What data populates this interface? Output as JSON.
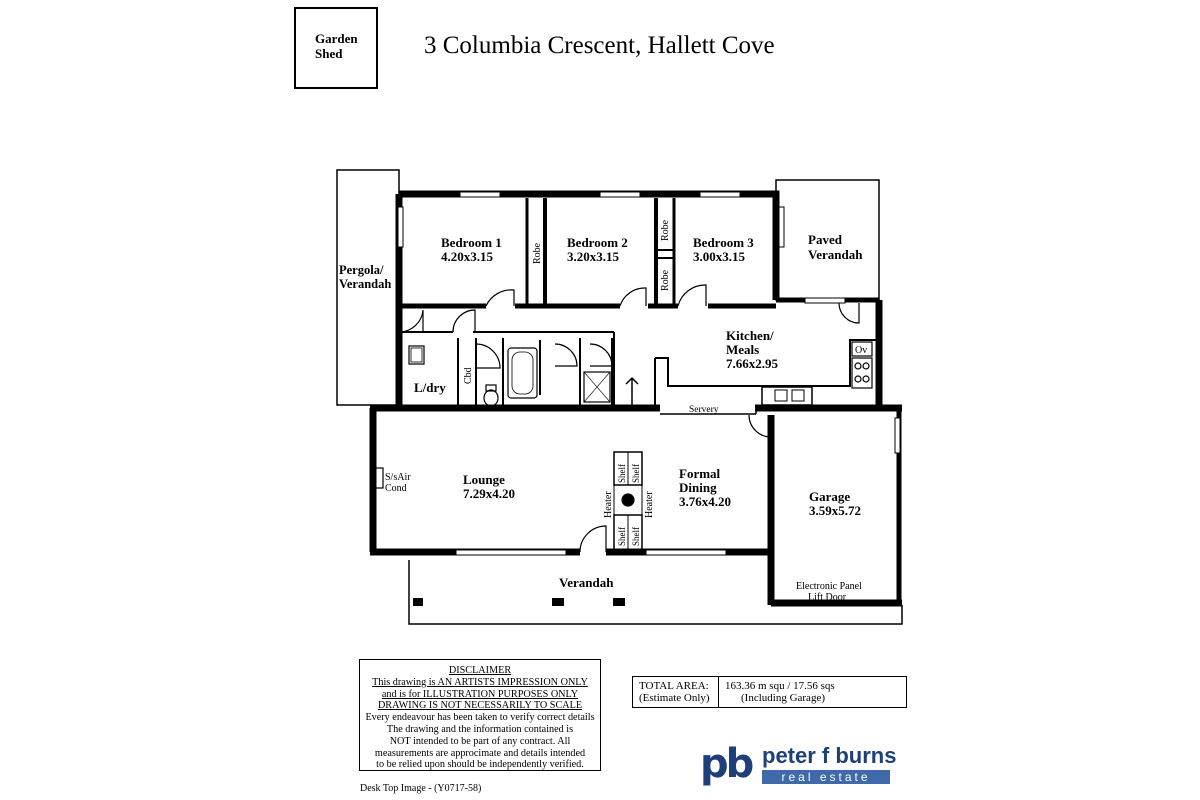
{
  "title": "3 Columbia Crescent, Hallett Cove",
  "garden_shed": [
    "Garden",
    "Shed"
  ],
  "rooms": {
    "bed1": {
      "name": "Bedroom 1",
      "dims": "4.20x3.15"
    },
    "bed2": {
      "name": "Bedroom 2",
      "dims": "3.20x3.15"
    },
    "bed3": {
      "name": "Bedroom 3",
      "dims": "3.00x3.15"
    },
    "paved": [
      "Paved",
      "Verandah"
    ],
    "pergola": [
      "Pergola/",
      "Verandah"
    ],
    "kitchen": {
      "line1": "Kitchen/",
      "line2": "Meals",
      "dims": "7.66x2.95"
    },
    "laundry": "L/dry",
    "cbd": "Cbd",
    "robe": "Robe",
    "oven": "Ov",
    "servery": "Servery",
    "lounge": {
      "name": "Lounge",
      "dims": "7.29x4.20"
    },
    "aircond": [
      "S/sAir",
      "Cond"
    ],
    "dining": {
      "line1": "Formal",
      "line2": "Dining",
      "dims": "3.76x4.20"
    },
    "heater": "Heater",
    "shelf": "Shelf",
    "garage": {
      "name": "Garage",
      "dims": "3.59x5.72"
    },
    "garage_door": [
      "Electronic Panel",
      "Lift  Door"
    ],
    "verandah": "Verandah"
  },
  "disclaimer": {
    "heading": "DISCLAIMER",
    "underlined": [
      "This drawing is AN ARTISTS IMPRESSION ONLY",
      "and is for ILLUSTRATION PURPOSES ONLY",
      "DRAWING IS NOT NECESSARILY TO SCALE"
    ],
    "lines": [
      "Every endeavour has been taken to verify correct details",
      "The drawing and the information contained is",
      "NOT intended to be part of any contract. All",
      "measurements are approcimate and details intended",
      "to be relied upon should be independently verified."
    ]
  },
  "total_area": {
    "label1": "TOTAL AREA:",
    "label2": "(Estimate Only)",
    "value": "163.36 m squ /  17.56 sqs",
    "note": "(Including Garage)"
  },
  "footer": "Desk Top Image - (Y0717-58)",
  "logo": {
    "mark": "pb",
    "name": "peter f burns",
    "tagline": "real estate"
  },
  "colors": {
    "wall": "#000000",
    "brand_dark": "#1f3f7a",
    "brand_light": "#3f69a8"
  }
}
